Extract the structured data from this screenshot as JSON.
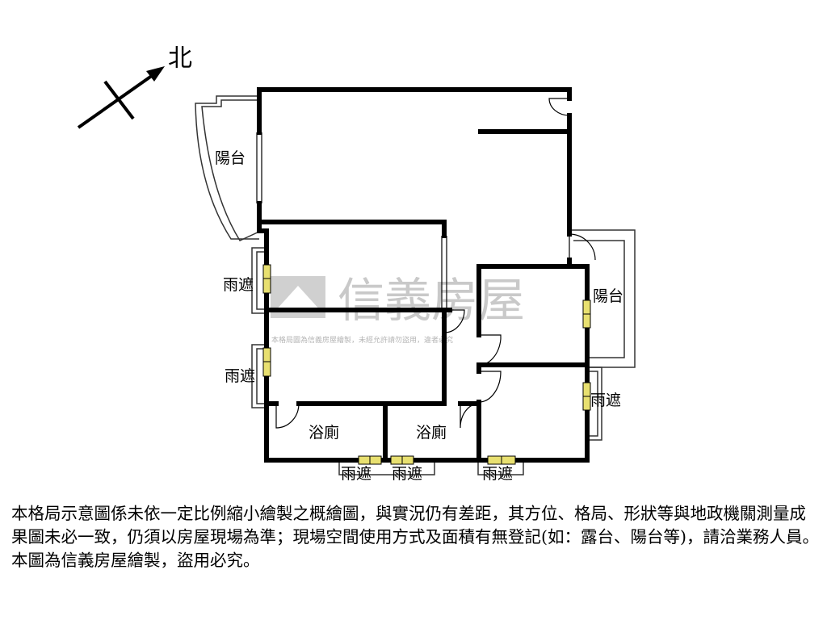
{
  "compass": {
    "label": "北"
  },
  "rooms": {
    "balcony_west": "陽台",
    "balcony_east": "陽台",
    "bathroom_1": "浴廁",
    "bathroom_2": "浴廁"
  },
  "awnings": {
    "west_upper": "雨遮",
    "west_lower": "雨遮",
    "east": "雨遮",
    "south_1": "雨遮",
    "south_2": "雨遮",
    "south_3": "雨遮"
  },
  "watermark": {
    "brand": "信義房屋",
    "notice": "本格局圖為信義房屋繪製，未經允許請勿盜用，違者必究"
  },
  "disclaimer": "本格局示意圖係未依一定比例縮小繪製之概繪圖，與實況仍有差距，其方位、格局、形狀等與地政機關測量成果圖未必一致，仍須以房屋現場為準；現場空間使用方式及面積有無登記(如：露台、陽台等)，請洽業務人員。本圖為信義房屋繪製，盜用必究。",
  "colors": {
    "wall": "#000000",
    "window": "#e8e070",
    "watermark": "#c9c9c9"
  }
}
